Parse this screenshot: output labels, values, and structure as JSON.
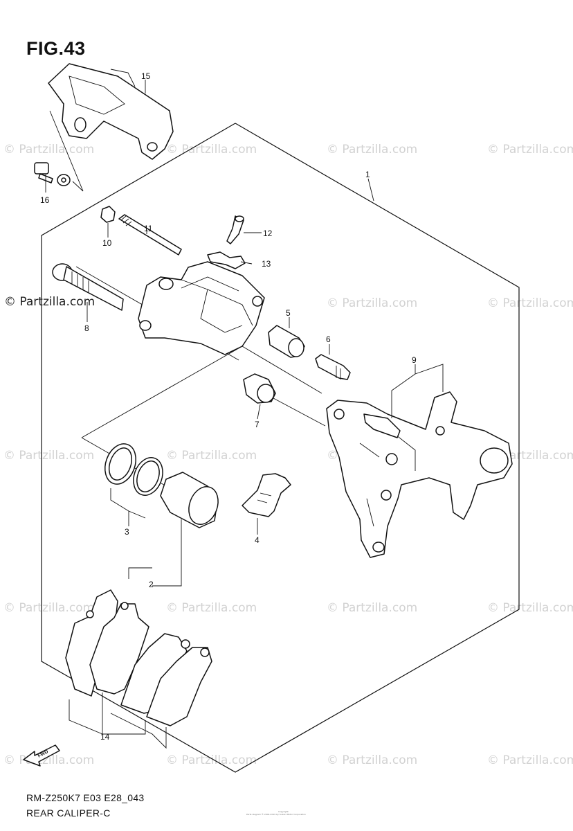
{
  "figure": {
    "title": "FIG.43",
    "footer_code": "RM-Z250K7 E03 E28_043",
    "footer_name": "REAR CALIPER-C",
    "copyright_line1": "Copyright",
    "copyright_line2": "Parts diagram © 2004-2019 by Suzuki Motor Corporation"
  },
  "watermark": {
    "text": "© Partzilla.com",
    "highlight_text": "© Partzilla.com"
  },
  "callouts": [
    "1",
    "2",
    "3",
    "4",
    "5",
    "6",
    "7",
    "8",
    "9",
    "10",
    "11",
    "12",
    "13",
    "14",
    "15",
    "16"
  ],
  "direction_label": "FWD"
}
